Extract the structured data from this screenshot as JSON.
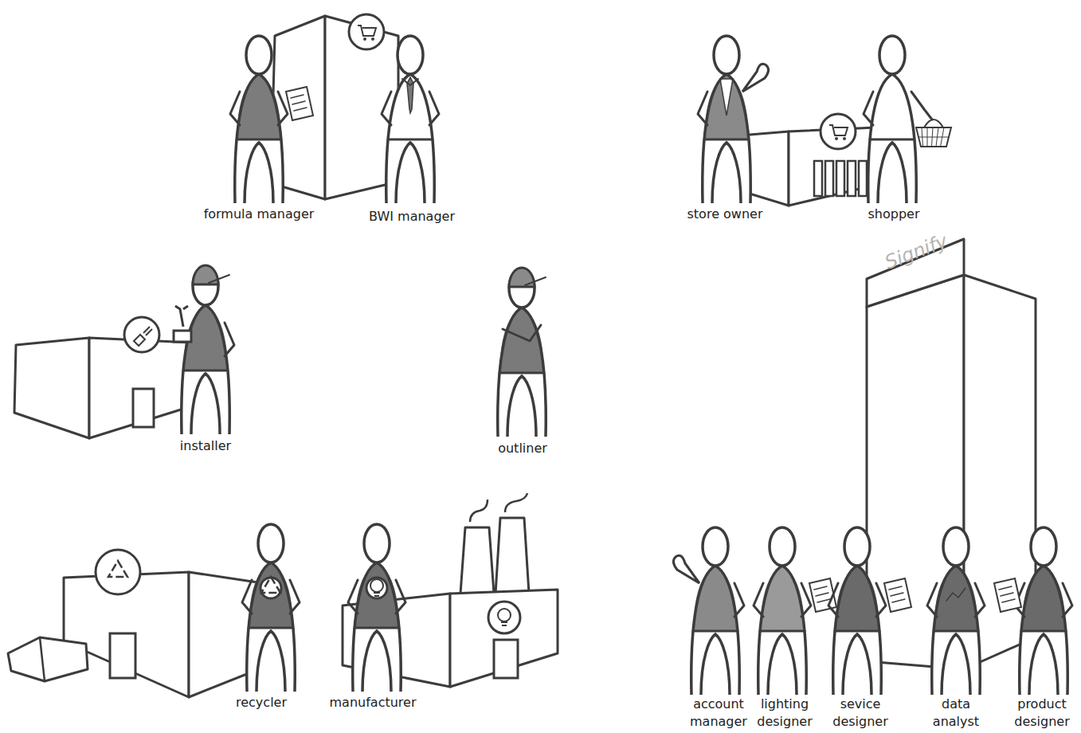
{
  "diagram": {
    "labels": [
      "formula manager",
      "BWI manager",
      "store owner",
      "shopper",
      "installer",
      "outliner",
      "recycler",
      "manufacturer",
      "account manager",
      "lighting designer",
      "sevice designer",
      "data analyst",
      "product designer",
      "Signify"
    ]
  }
}
